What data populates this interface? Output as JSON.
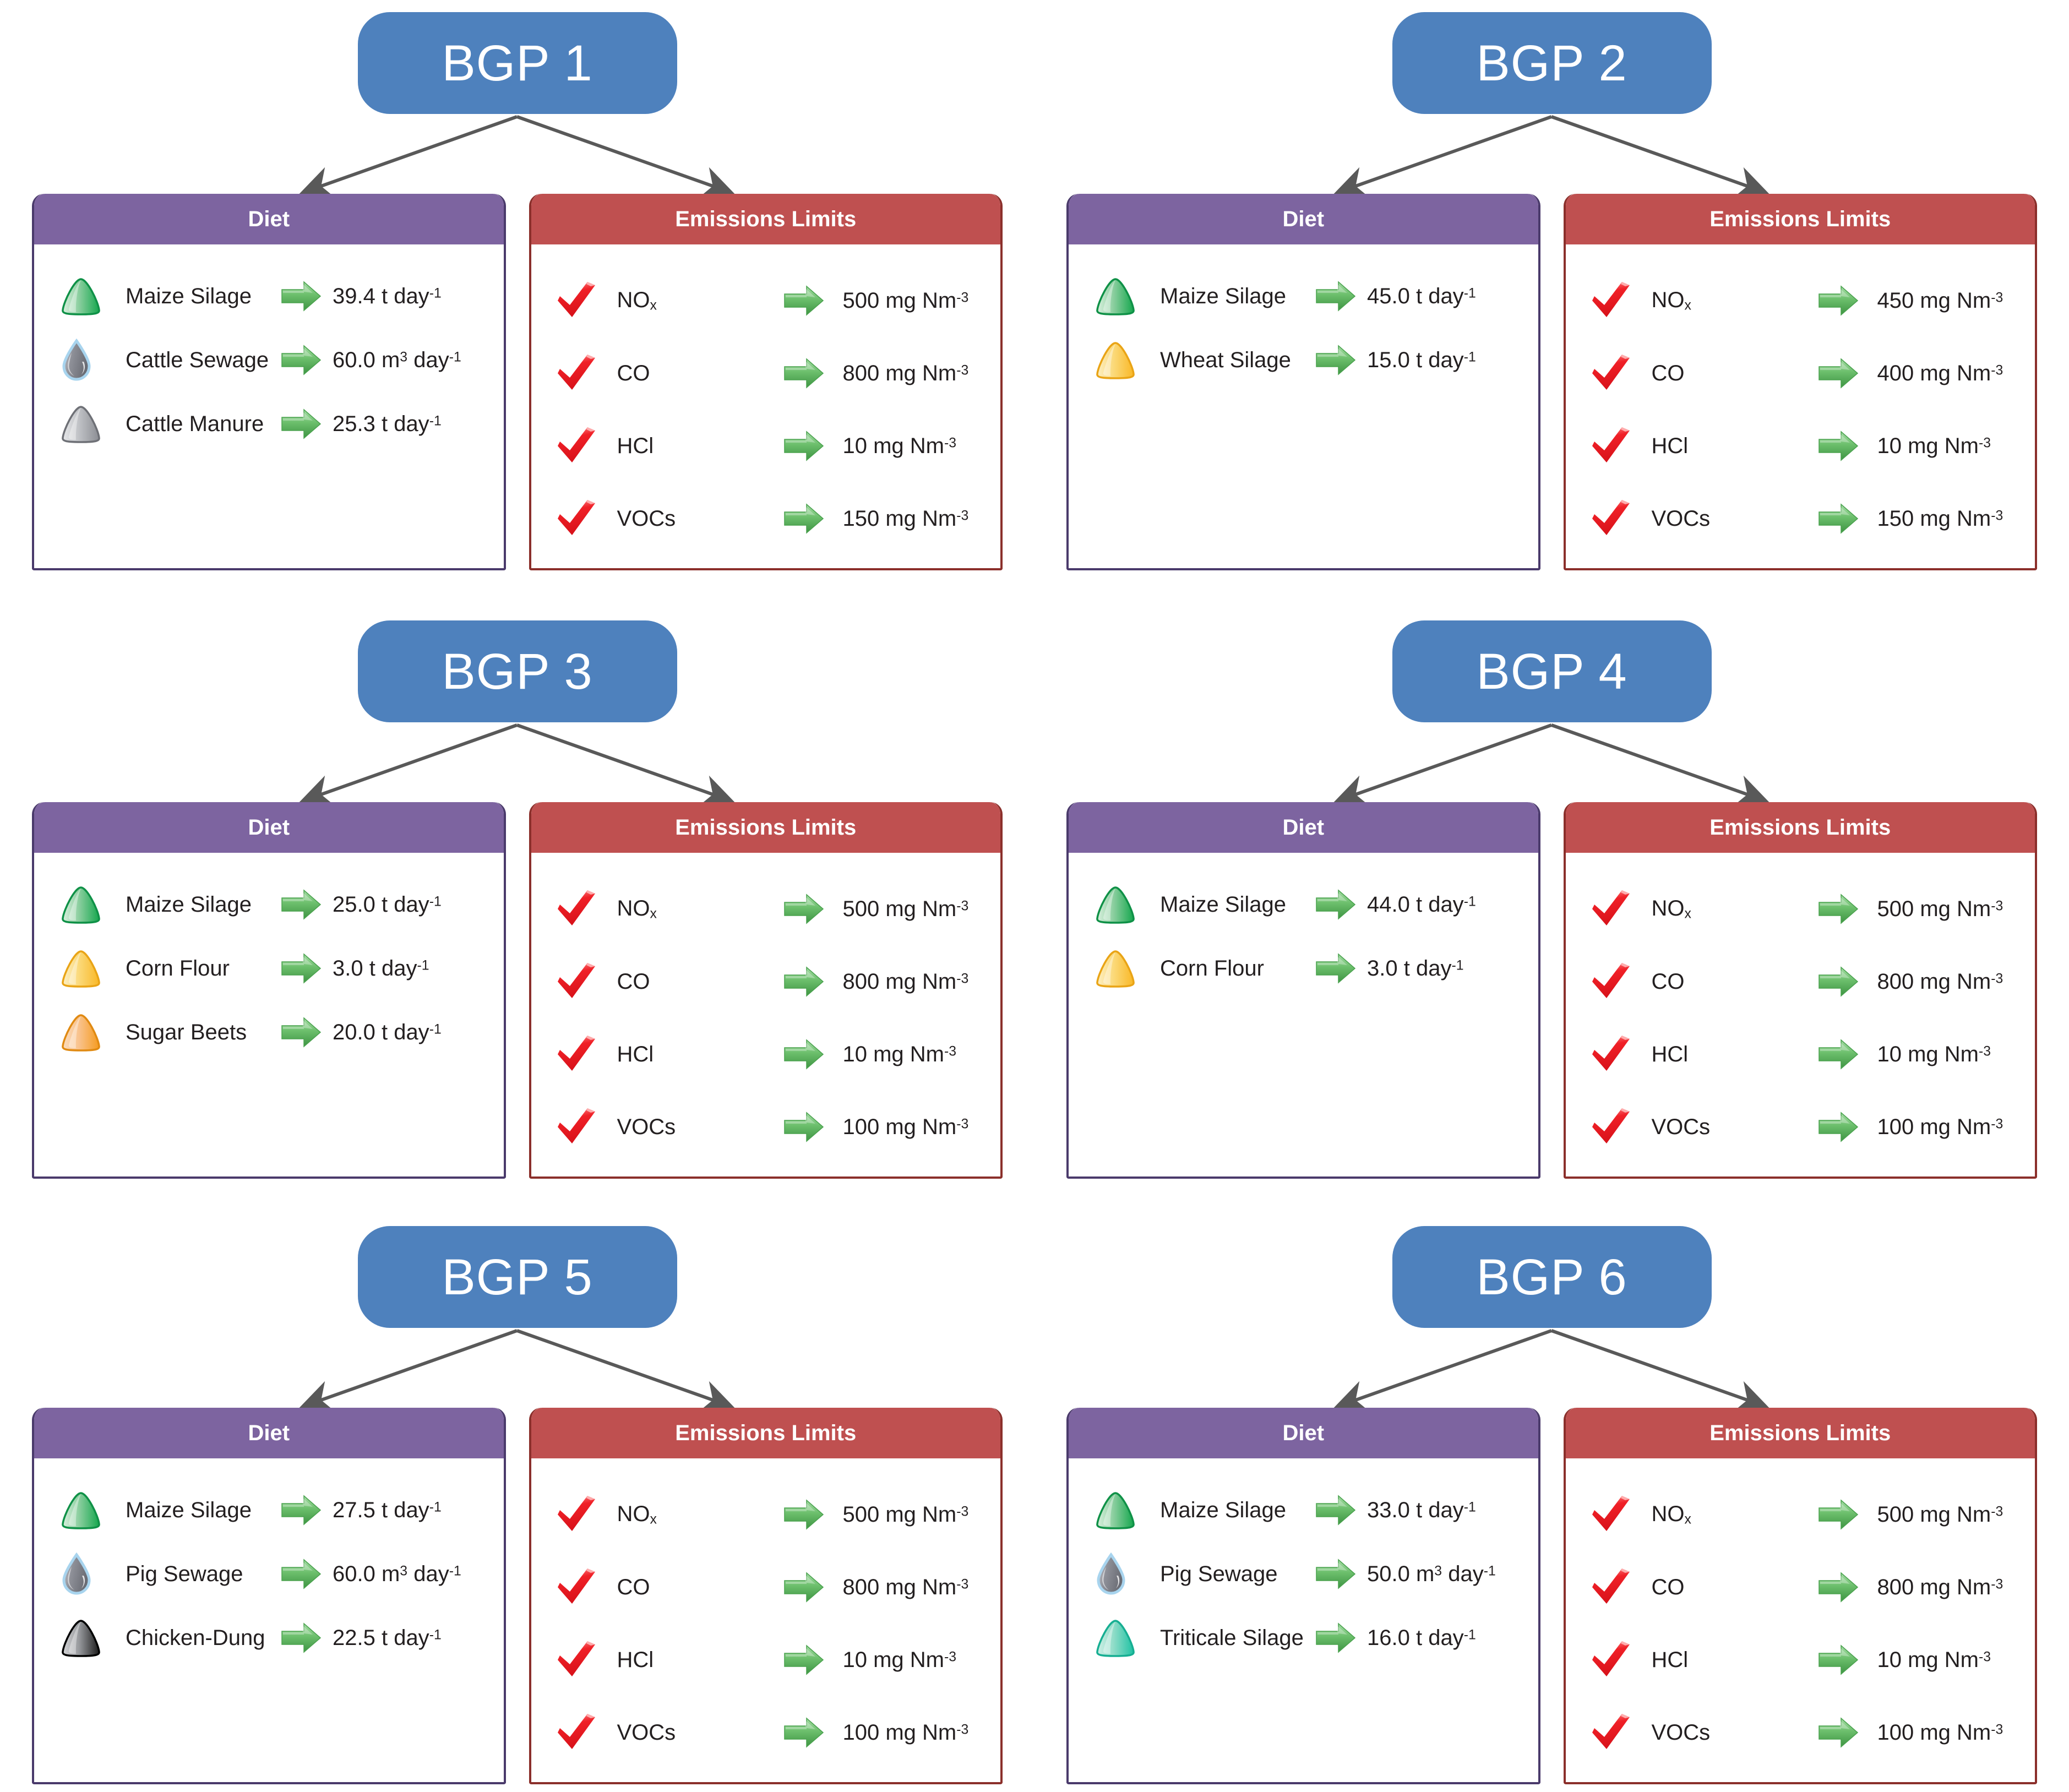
{
  "colors": {
    "title_blue": "#4E81BD",
    "diet_purple": "#7D64A0",
    "diet_border": "#4A3A6B",
    "emissions_red": "#BF5050",
    "emissions_border": "#8B2F2B",
    "arrow_grey": "#595959",
    "check_red": "#EE1C25",
    "green_arrow": "#5CB85C",
    "text_black": "#231F20"
  },
  "labels": {
    "diet_header": "Diet",
    "emissions_header": "Emissions Limits",
    "unit_mass": "t day",
    "unit_volume": "m3 day",
    "unit_conc": "mg Nm"
  },
  "plants": [
    {
      "id": "bgp-1",
      "title": "BGP 1",
      "diet": [
        {
          "icon": "pile-green-icon",
          "label": "Maize Silage",
          "value": "39.4 t day",
          "exp": "-1"
        },
        {
          "icon": "droplet-grey-icon",
          "label": "Cattle Sewage",
          "value": "60.0 m3 day",
          "exp": "-1",
          "vol": true
        },
        {
          "icon": "pile-grey-icon",
          "label": "Cattle Manure",
          "value": "25.3 t day",
          "exp": "-1"
        }
      ],
      "emissions": [
        {
          "name": "NOx",
          "sub": "x",
          "base": "NO",
          "value": "500 mg Nm",
          "exp": "-3"
        },
        {
          "name": "CO",
          "base": "CO",
          "value": "800 mg Nm",
          "exp": "-3"
        },
        {
          "name": "HCl",
          "base": "HCl",
          "value": "10 mg Nm",
          "exp": "-3"
        },
        {
          "name": "VOCs",
          "base": "VOCs",
          "value": "150 mg Nm",
          "exp": "-3"
        }
      ]
    },
    {
      "id": "bgp-2",
      "title": "BGP 2",
      "diet": [
        {
          "icon": "pile-green-icon",
          "label": "Maize Silage",
          "value": "45.0 t day",
          "exp": "-1"
        },
        {
          "icon": "pile-yellow-icon",
          "label": "Wheat Silage",
          "value": "15.0 t day",
          "exp": "-1"
        }
      ],
      "emissions": [
        {
          "name": "NOx",
          "sub": "x",
          "base": "NO",
          "value": "450 mg Nm",
          "exp": "-3"
        },
        {
          "name": "CO",
          "base": "CO",
          "value": "400 mg Nm",
          "exp": "-3"
        },
        {
          "name": "HCl",
          "base": "HCl",
          "value": "10 mg Nm",
          "exp": "-3"
        },
        {
          "name": "VOCs",
          "base": "VOCs",
          "value": "150 mg Nm",
          "exp": "-3"
        }
      ]
    },
    {
      "id": "bgp-3",
      "title": "BGP 3",
      "diet": [
        {
          "icon": "pile-green-icon",
          "label": "Maize Silage",
          "value": "25.0 t day",
          "exp": "-1"
        },
        {
          "icon": "pile-yellow-icon",
          "label": "Corn Flour",
          "value": "3.0 t day",
          "exp": "-1"
        },
        {
          "icon": "pile-orange-icon",
          "label": "Sugar Beets",
          "value": "20.0 t day",
          "exp": "-1"
        }
      ],
      "emissions": [
        {
          "name": "NOx",
          "sub": "x",
          "base": "NO",
          "value": "500 mg Nm",
          "exp": "-3"
        },
        {
          "name": "CO",
          "base": "CO",
          "value": "800 mg Nm",
          "exp": "-3"
        },
        {
          "name": "HCl",
          "base": "HCl",
          "value": "10 mg Nm",
          "exp": "-3"
        },
        {
          "name": "VOCs",
          "base": "VOCs",
          "value": "100 mg Nm",
          "exp": "-3"
        }
      ]
    },
    {
      "id": "bgp-4",
      "title": "BGP 4",
      "diet": [
        {
          "icon": "pile-green-icon",
          "label": "Maize Silage",
          "value": "44.0 t day",
          "exp": "-1"
        },
        {
          "icon": "pile-yellow-icon",
          "label": "Corn Flour",
          "value": "3.0 t day",
          "exp": "-1"
        }
      ],
      "emissions": [
        {
          "name": "NOx",
          "sub": "x",
          "base": "NO",
          "value": "500 mg Nm",
          "exp": "-3"
        },
        {
          "name": "CO",
          "base": "CO",
          "value": "800 mg Nm",
          "exp": "-3"
        },
        {
          "name": "HCl",
          "base": "HCl",
          "value": "10 mg Nm",
          "exp": "-3"
        },
        {
          "name": "VOCs",
          "base": "VOCs",
          "value": "100 mg Nm",
          "exp": "-3"
        }
      ]
    },
    {
      "id": "bgp-5",
      "title": "BGP 5",
      "diet": [
        {
          "icon": "pile-green-icon",
          "label": "Maize Silage",
          "value": "27.5 t day",
          "exp": "-1"
        },
        {
          "icon": "droplet-grey-icon",
          "label": "Pig Sewage",
          "value": "60.0 m3 day",
          "exp": "-1",
          "vol": true
        },
        {
          "icon": "pile-dark-icon",
          "label": "Chicken-Dung",
          "value": "22.5 t day",
          "exp": "-1"
        }
      ],
      "emissions": [
        {
          "name": "NOx",
          "sub": "x",
          "base": "NO",
          "value": "500 mg Nm",
          "exp": "-3"
        },
        {
          "name": "CO",
          "base": "CO",
          "value": "800 mg Nm",
          "exp": "-3"
        },
        {
          "name": "HCl",
          "base": "HCl",
          "value": "10 mg Nm",
          "exp": "-3"
        },
        {
          "name": "VOCs",
          "base": "VOCs",
          "value": "100 mg Nm",
          "exp": "-3"
        }
      ]
    },
    {
      "id": "bgp-6",
      "title": "BGP 6",
      "diet": [
        {
          "icon": "pile-green-icon",
          "label": "Maize Silage",
          "value": "33.0 t day",
          "exp": "-1"
        },
        {
          "icon": "droplet-grey-icon",
          "label": "Pig Sewage",
          "value": "50.0 m3 day",
          "exp": "-1",
          "vol": true
        },
        {
          "icon": "pile-teal-icon",
          "label": "Triticale Silage",
          "value": "16.0 t day",
          "exp": "-1"
        }
      ],
      "emissions": [
        {
          "name": "NOx",
          "sub": "x",
          "base": "NO",
          "value": "500 mg Nm",
          "exp": "-3"
        },
        {
          "name": "CO",
          "base": "CO",
          "value": "800 mg Nm",
          "exp": "-3"
        },
        {
          "name": "HCl",
          "base": "HCl",
          "value": "10 mg Nm",
          "exp": "-3"
        },
        {
          "name": "VOCs",
          "base": "VOCs",
          "value": "100 mg Nm",
          "exp": "-3"
        }
      ]
    }
  ]
}
